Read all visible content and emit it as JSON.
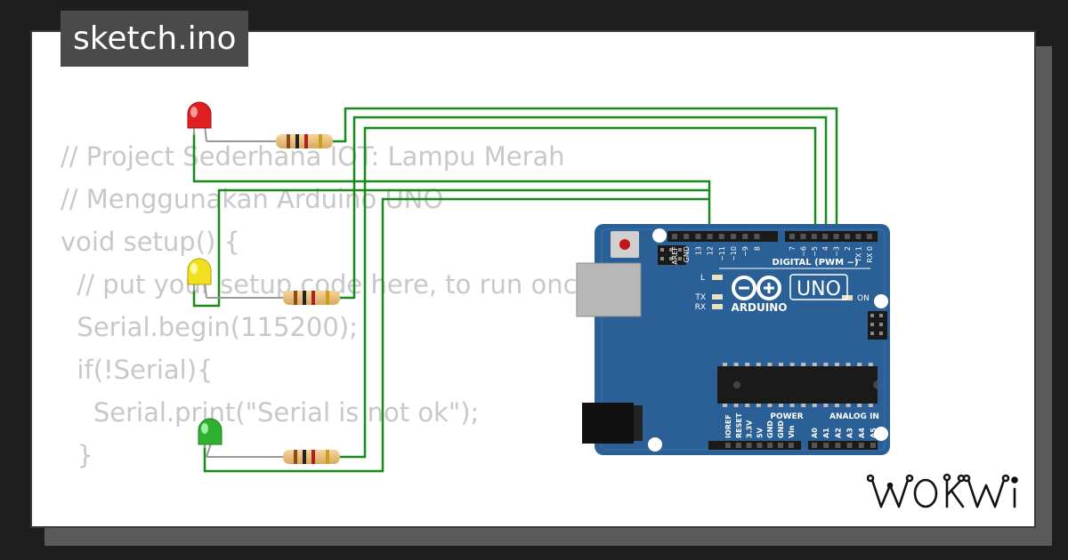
{
  "tab": {
    "title": "sketch.ino"
  },
  "code_lines": [
    "// Project Sederhana IOT: Lampu Merah",
    "// Menggunakan Arduino UNO",
    "",
    "void setup() {",
    "  // put your setup code here, to run once:",
    "  Serial.begin(115200);",
    "  if(!Serial){",
    "    Serial.print(\"Serial is not ok\");",
    "  }"
  ],
  "board": {
    "model_label": "UNO",
    "brand_label": "ARDUINO",
    "digital_header_label": "DIGITAL (PWM ~)",
    "digital_pins": [
      "AREF",
      "GND",
      "13",
      "12",
      "~11",
      "~10",
      "~9",
      "8",
      "7",
      "~6",
      "~5",
      "4",
      "~3",
      "2",
      "TX 1",
      "RX 0"
    ],
    "power_header_label": "POWER",
    "power_pins": [
      "IOREF",
      "RESET",
      "3.3V",
      "5V",
      "GND",
      "GND",
      "Vin"
    ],
    "analog_header_label": "ANALOG IN",
    "analog_pins": [
      "A0",
      "A1",
      "A2",
      "A3",
      "A4",
      "A5"
    ],
    "led_l_label": "L",
    "led_tx_label": "TX",
    "led_rx_label": "RX",
    "led_on_label": "ON"
  },
  "leds": [
    {
      "name": "red",
      "color": "#e02020"
    },
    {
      "name": "yellow",
      "color": "#f0e020"
    },
    {
      "name": "green",
      "color": "#30b030"
    }
  ],
  "colors": {
    "wire": "#1a8a1a",
    "board": "#2a6096",
    "card": "#ffffff",
    "code": "#c8c8c8"
  },
  "brand": {
    "logo_text": "WOKWi"
  }
}
